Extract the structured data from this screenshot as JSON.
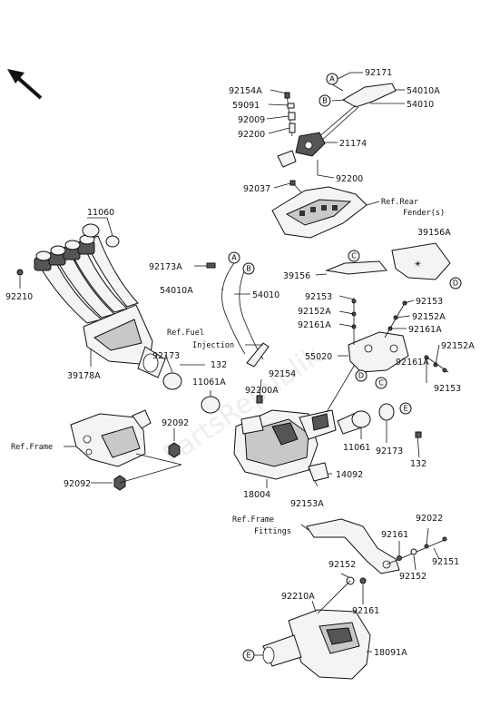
{
  "watermark": "PartsRepublik",
  "callouts": {
    "p92171": "92171",
    "p54010A_top": "54010A",
    "p54010_top": "54010",
    "p92154A": "92154A",
    "p59091": "59091",
    "p92009": "92009",
    "p92200_top": "92200",
    "p21174": "21174",
    "p92200_mid": "92200",
    "p92037": "92037",
    "ref_rear_1": "Ref.Rear",
    "ref_rear_2": "Fender(s)",
    "p11060": "11060",
    "p92210": "92210",
    "p39178A": "39178A",
    "p92173A": "92173A",
    "p54010A_mid": "54010A",
    "p54010_mid": "54010",
    "p39156A": "39156A",
    "p39156": "39156",
    "p92153_a": "92153",
    "p92152A_a": "92152A",
    "p92161A_a": "92161A",
    "p92153_r": "92153",
    "p92152A_r": "92152A",
    "p92161A_r": "92161A",
    "p55020": "55020",
    "p92152A_r2": "92152A",
    "p92161A_r2": "92161A",
    "p92153_r2": "92153",
    "ref_fuel_1": "Ref.Fuel",
    "ref_fuel_2": "Injection",
    "p92173_l": "92173",
    "p132_l": "132",
    "p11061A": "11061A",
    "p92154": "92154",
    "p92200A": "92200A",
    "ref_frame": "Ref.Frame",
    "p92092_a": "92092",
    "p92092_b": "92092",
    "p11061": "11061",
    "p92173_r": "92173",
    "p132_r": "132",
    "p14092": "14092",
    "p18004": "18004",
    "p92153A": "92153A",
    "ref_ff_1": "Ref.Frame",
    "ref_ff_2": "Fittings",
    "p92022": "92022",
    "p92161_a": "92161",
    "p92151": "92151",
    "p92152_a": "92152",
    "p92152_b": "92152",
    "p92210A": "92210A",
    "p92161_b": "92161",
    "p18091A": "18091A"
  },
  "markers": {
    "A": "A",
    "B": "B",
    "C": "C",
    "D": "D",
    "E": "E"
  }
}
